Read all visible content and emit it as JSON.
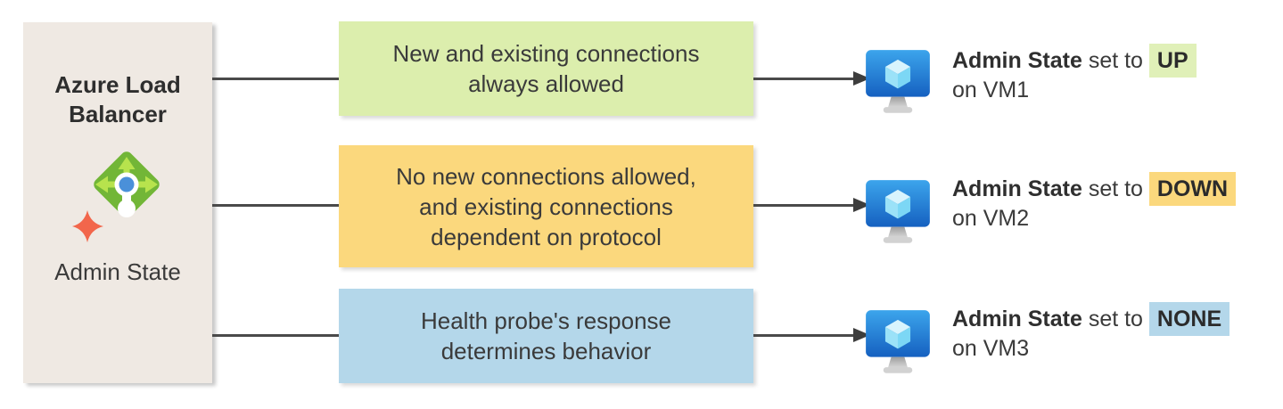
{
  "diagram": {
    "source": {
      "title_lines": [
        "Azure Load",
        "Balancer"
      ],
      "label": "Admin State",
      "bg_color": "#EFE9E3"
    },
    "branches": [
      {
        "name": "up",
        "box": {
          "lines": [
            "New and existing connections",
            "always allowed"
          ],
          "color": "#DCEEAD"
        },
        "result": {
          "prefix": "Admin State",
          "middle": "set to",
          "state": "UP",
          "state_highlight": "#E0F0B8",
          "suffix": "on VM1"
        }
      },
      {
        "name": "down",
        "box": {
          "lines": [
            "No new connections allowed,",
            "and existing connections",
            "dependent on protocol"
          ],
          "color": "#FBD87D"
        },
        "result": {
          "prefix": "Admin State",
          "middle": "set to",
          "state": "DOWN",
          "state_highlight": "#FBD87D",
          "suffix": "on VM2"
        }
      },
      {
        "name": "none",
        "box": {
          "lines": [
            "Health probe's response",
            "determines behavior"
          ],
          "color": "#B4D7EA"
        },
        "result": {
          "prefix": "Admin State",
          "middle": "set to",
          "state": "NONE",
          "state_highlight": "#B4D7EA",
          "suffix": "on VM3"
        }
      }
    ],
    "icons": {
      "load_balancer": "azure-load-balancer-icon",
      "sparkle": "sparkle-icon",
      "vm": "virtual-machine-icon"
    },
    "colors": {
      "connector": "#4A4A4A",
      "arrowhead": "#3D3D3D",
      "lb_diamond_green": "#72B637",
      "lb_arrow_green": "#B7E34D",
      "lb_center_blue": "#4A90D9",
      "sparkle_coral": "#F2664B",
      "vm_screen_top": "#3CA5EC",
      "vm_screen_bottom": "#1560C0",
      "text_dark": "#2F2F2F",
      "text_body": "#3A3A3A"
    }
  }
}
